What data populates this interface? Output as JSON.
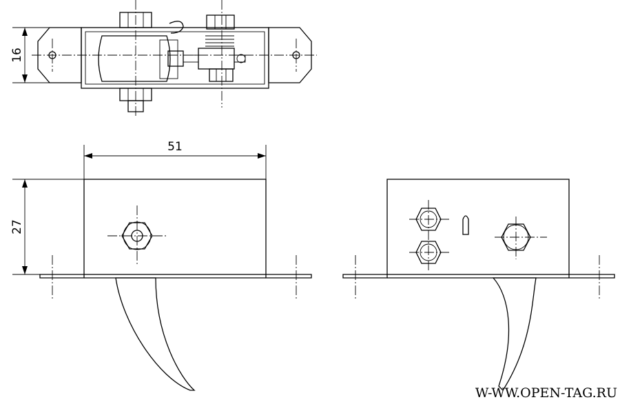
{
  "drawing": {
    "dim_top_height": "16",
    "dim_front_width": "51",
    "dim_front_height": "27"
  },
  "watermark": "W-WW.OPEN-TAG.RU"
}
